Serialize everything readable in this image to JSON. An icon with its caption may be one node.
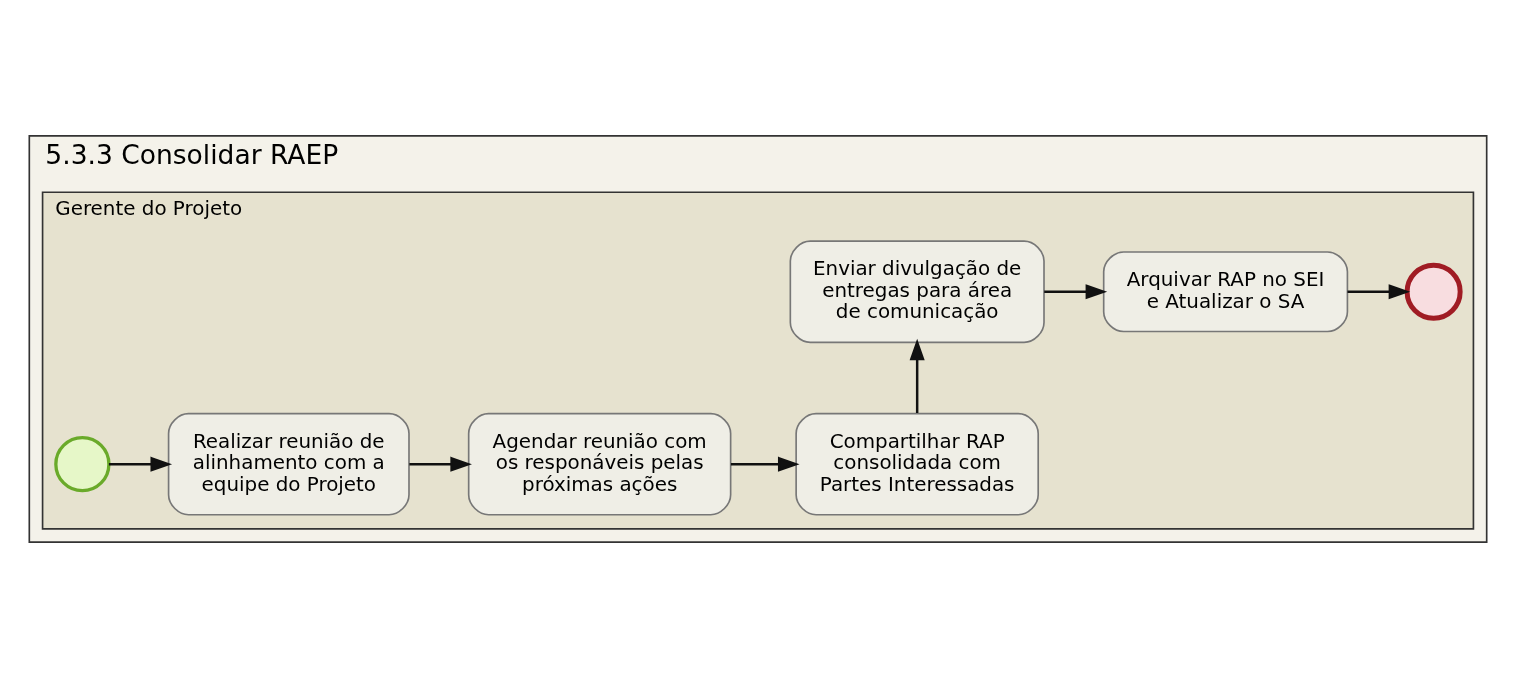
{
  "diagram": {
    "nodes": [
      {
        "text": [
          "5.3.3 Consolidar RAEP"
        ]
      },
      {
        "text": [
          "Gerente do Projeto"
        ],
        "in": 0
      },
      {
        "text": [],
        "shape": "circle",
        "in": 1
      },
      {
        "text": [
          "Realizar reunião de alinhamento com a equipe do Projeto"
        ],
        "in": 1
      },
      {
        "text": [
          "Agendar reunião com os responáveis pelas próximas ações"
        ],
        "in": 1
      },
      {
        "text": [
          "Compartilhar RAP consolidada com Partes Interessadas"
        ],
        "in": 1
      },
      {
        "text": [
          "Enviar divulgação de entregas para área de comunicação"
        ],
        "in": 1
      },
      {
        "text": [
          "Arquivar RAP no SEI e Atualizar o SA"
        ],
        "in": 1
      },
      {
        "text": [],
        "shape": "circle",
        "in": 1
      }
    ],
    "edges": [
      {
        "from": 2,
        "to": 3,
        "arrow": "to"
      },
      {
        "from": 3,
        "to": 4,
        "arrow": "to"
      },
      {
        "from": 4,
        "to": 5,
        "arrow": "to"
      },
      {
        "from": 5,
        "to": 6,
        "arrow": "to"
      },
      {
        "from": 6,
        "to": 7,
        "arrow": "to"
      },
      {
        "from": 7,
        "to": 8,
        "arrow": "to"
      }
    ]
  }
}
